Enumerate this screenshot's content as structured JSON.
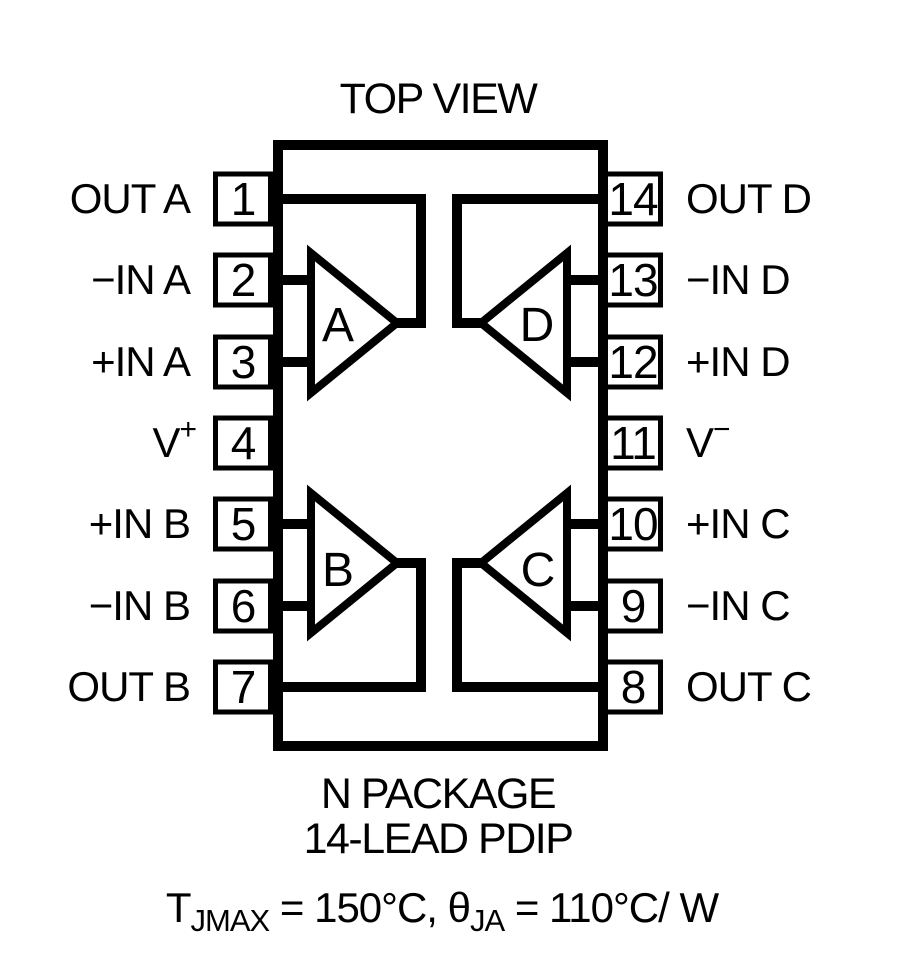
{
  "title": "TOP VIEW",
  "package": {
    "name": "N PACKAGE",
    "type": "14-LEAD PDIP"
  },
  "thermal": {
    "t_symbol": "T",
    "t_sub": "JMAX",
    "t_eq": " = 150°C, ",
    "theta_symbol": "θ",
    "theta_sub": "JA",
    "theta_eq": " = 110°C/ W"
  },
  "amplifiers": [
    {
      "name": "A"
    },
    {
      "name": "B"
    },
    {
      "name": "C"
    },
    {
      "name": "D"
    }
  ],
  "pins": {
    "left": [
      {
        "number": "1",
        "label": "OUT A"
      },
      {
        "number": "2",
        "label": "−IN A"
      },
      {
        "number": "3",
        "label": "+IN A"
      },
      {
        "number": "4",
        "label": "V",
        "sup": "+"
      },
      {
        "number": "5",
        "label": "+IN B"
      },
      {
        "number": "6",
        "label": "−IN B"
      },
      {
        "number": "7",
        "label": "OUT B"
      }
    ],
    "right": [
      {
        "number": "14",
        "label": "OUT D"
      },
      {
        "number": "13",
        "label": "−IN D"
      },
      {
        "number": "12",
        "label": "+IN D"
      },
      {
        "number": "11",
        "label": "V",
        "sup": "−"
      },
      {
        "number": "10",
        "label": "+IN C"
      },
      {
        "number": "9",
        "label": "−IN C"
      },
      {
        "number": "8",
        "label": "OUT C"
      }
    ]
  }
}
